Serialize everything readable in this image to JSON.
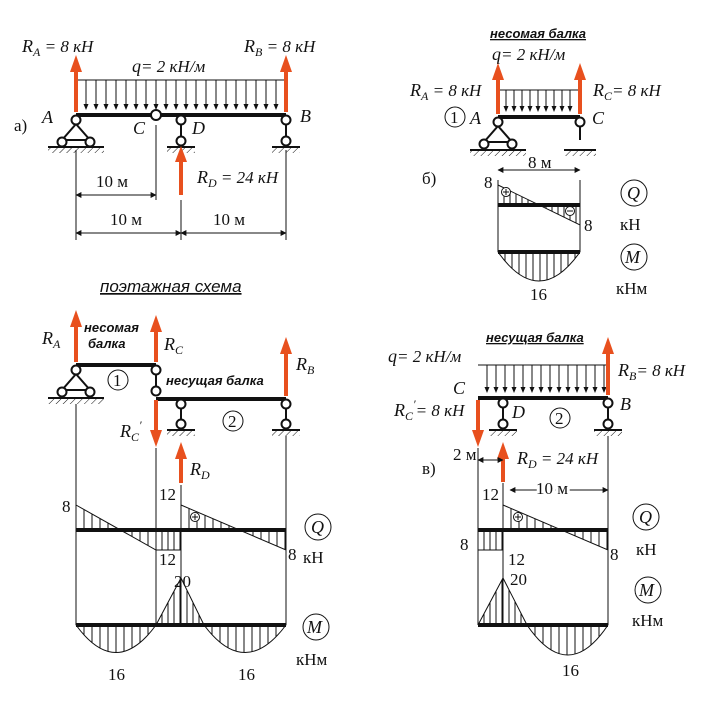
{
  "a": {
    "tag": "а)",
    "RA": "8 кН",
    "RB": "8 кН",
    "q": "2 кН/м",
    "RD": "24 кН",
    "dim_AC": "10 м",
    "dim_AD": "10 м",
    "dim_DB": "10 м"
  },
  "b": {
    "tag": "б)",
    "title": "несомая балка",
    "q": "2 кН/м",
    "RA": "8 кН",
    "RC": "8 кН",
    "circle": "1",
    "span": "8 м",
    "Q_left": "8",
    "Q_right": "8",
    "Q_unit": "кН",
    "M_max": "16",
    "M_unit": "кНм"
  },
  "scheme": {
    "title": "поэтажная схема",
    "carried": "несомая\nбалка",
    "carried_l1": "несомая",
    "carried_l2": "балка",
    "carrying": "несущая балка",
    "circle1": "1",
    "circle2": "2",
    "Q_vals": [
      "8",
      "12",
      "12",
      "8"
    ],
    "M_vals": [
      "20",
      "16",
      "16"
    ],
    "Q_unit": "кН",
    "M_unit": "кНм"
  },
  "v": {
    "tag": "в)",
    "title": "несущая балка",
    "q": "2 кН/м",
    "RB": "8 кН",
    "RC": "8 кН",
    "RD": "24 кН",
    "circle": "2",
    "dim_CD": "2 м",
    "dim_DB": "10 м",
    "Q_vals": [
      "12",
      "8",
      "12",
      "8"
    ],
    "M_vals": [
      "20",
      "16"
    ],
    "Q_unit": "кН",
    "M_unit": "кНм"
  },
  "colors": {
    "reaction": "#e8501e",
    "line": "#111111"
  }
}
